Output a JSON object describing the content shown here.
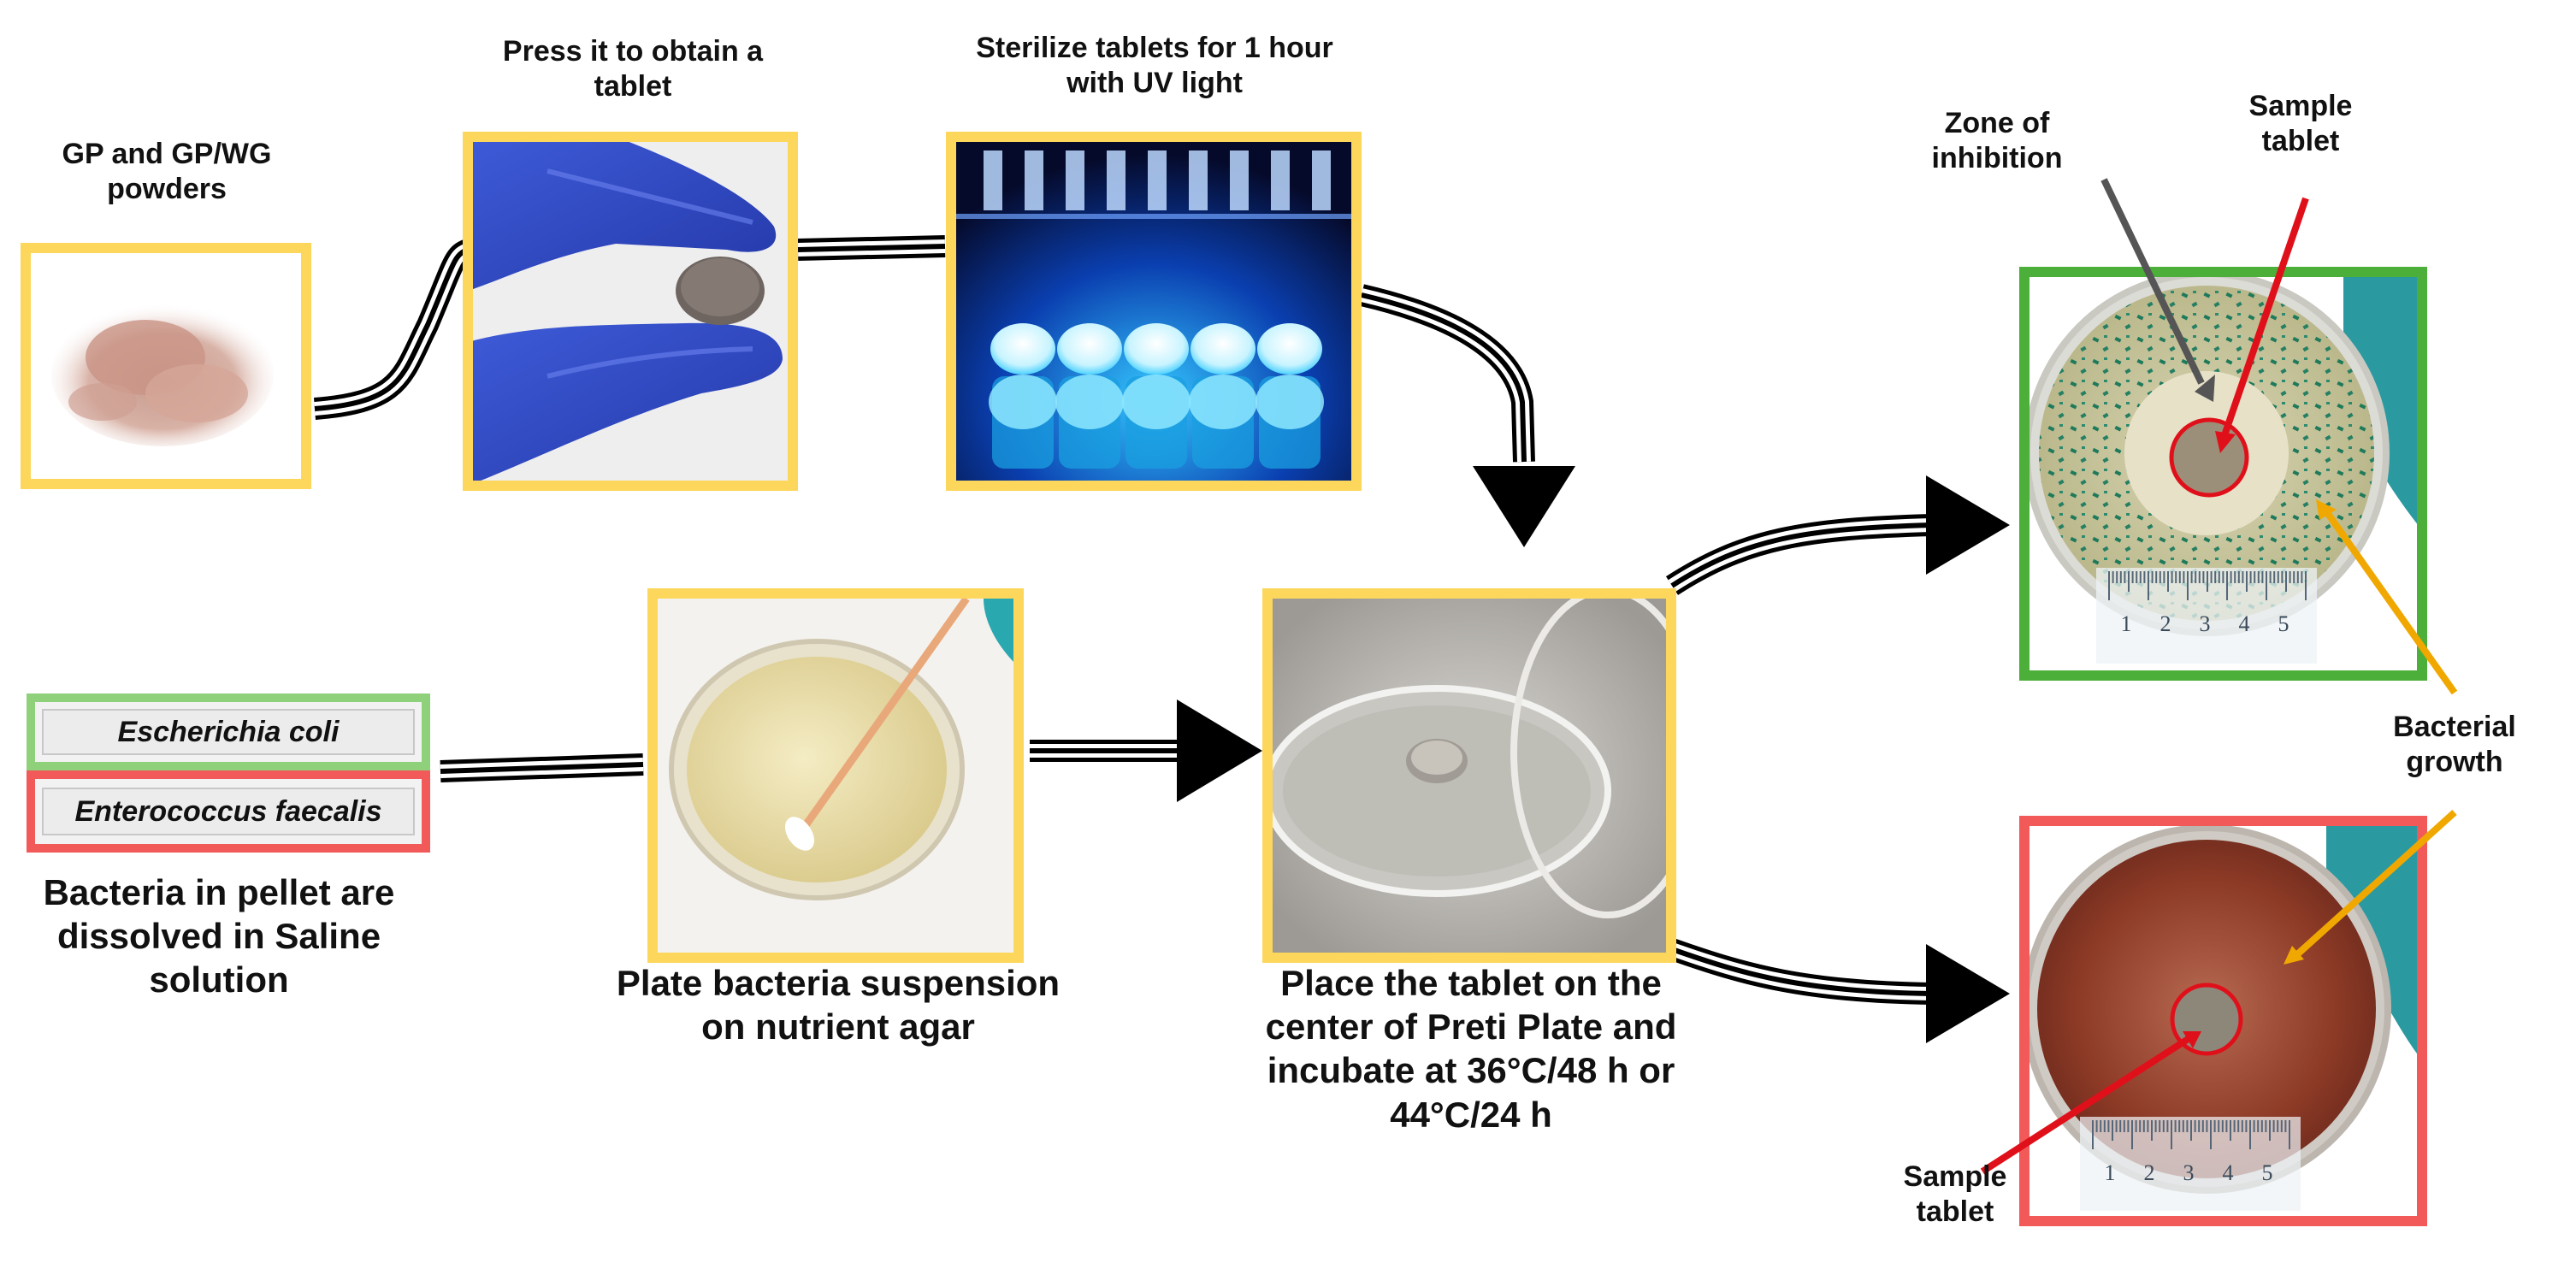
{
  "colors": {
    "step_frame": "#fdd75b",
    "inhibition_frame": "#4caf3a",
    "growth_frame": "#f25a5a",
    "arrow": "#000000",
    "pointer_gray": "#555555",
    "pointer_red": "#e0101a",
    "pointer_orange": "#f0a800"
  },
  "steps": {
    "powders": "GP and GP/WG powders",
    "press": "Press it to obtain a tablet",
    "sterilize": "Sterilize tablets for 1 hour with UV light",
    "plate": "Plate bacteria suspension on nutrient agar",
    "place": "Place the tablet on the center of Preti Plate and incubate at 36°C/48 h or 44°C/24 h"
  },
  "bacteria": {
    "strain_1": "Escherichia coli",
    "strain_2": "Enterococcus faecalis",
    "note": "Bacteria in pellet are dissolved in Saline solution"
  },
  "annotations": {
    "zone": "Zone of inhibition",
    "sample_top": "Sample tablet",
    "growth": "Bacterial growth",
    "sample_bottom": "Sample tablet"
  },
  "ruler_ticks": [
    "1",
    "2",
    "3",
    "4",
    "5"
  ],
  "icons": {
    "arrow_head": "black-triangle-arrowhead",
    "connector": "triple-line-connector"
  }
}
